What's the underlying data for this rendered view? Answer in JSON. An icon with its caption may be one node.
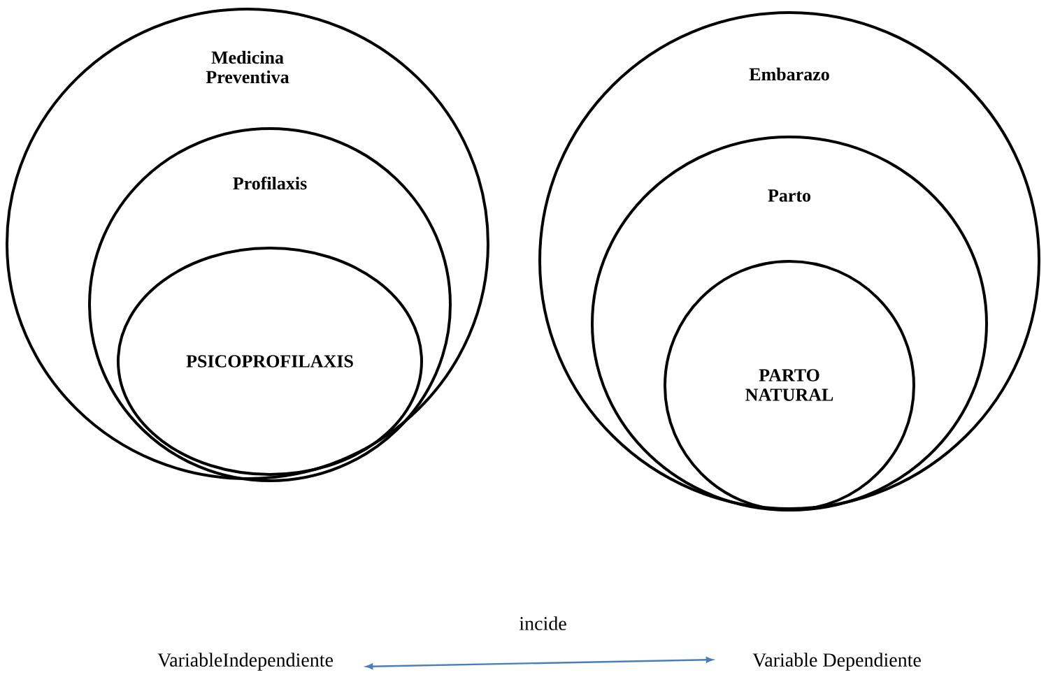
{
  "diagram": {
    "nodes": [
      {
        "text": [
          "Medicina Preventiva"
        ]
      },
      {
        "text": [
          "Profilaxis"
        ],
        "in": 0
      },
      {
        "text": [
          "PSICOPROFILAXIS"
        ],
        "in": 1
      },
      {
        "text": [
          "Embarazo"
        ]
      },
      {
        "text": [
          "Parto"
        ],
        "in": 3
      },
      {
        "text": [
          "PARTO NATURAL"
        ],
        "in": 4
      },
      {
        "text": [
          "VariableIndependiente"
        ]
      },
      {
        "text": [
          "Variable Dependiente"
        ]
      }
    ],
    "edges": [
      {
        "from": 6,
        "to": 7,
        "arrow": "both",
        "label": "incide",
        "color": "#4a7ebb"
      }
    ]
  }
}
